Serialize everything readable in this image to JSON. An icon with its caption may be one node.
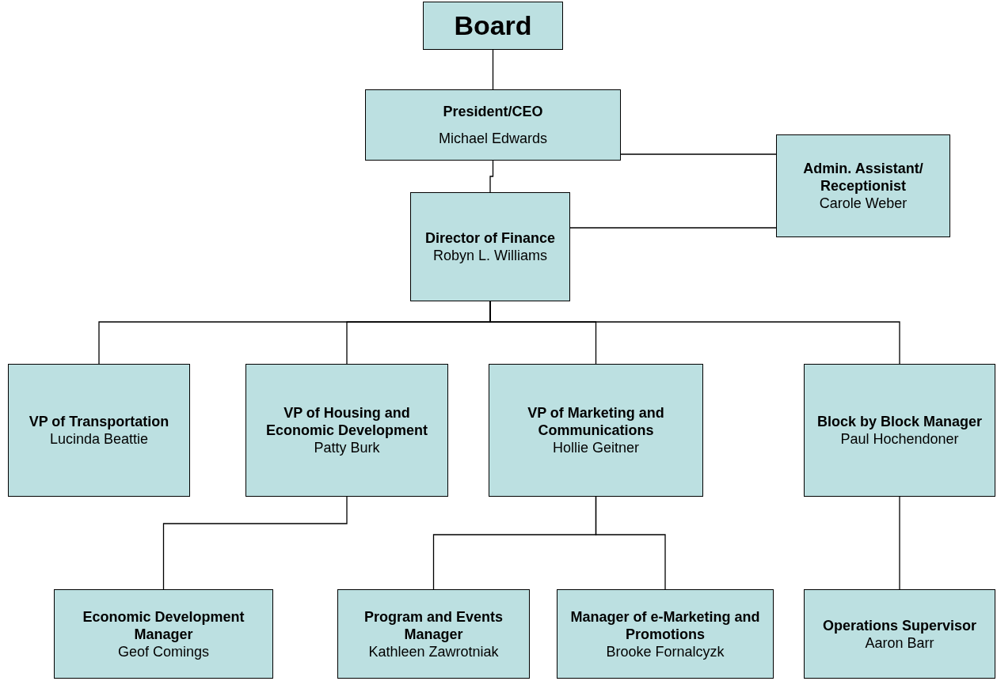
{
  "diagram": {
    "nodes": [
      {
        "text": [
          "Board"
        ]
      },
      {
        "text": [
          "President/CEO",
          "Michael Edwards"
        ]
      },
      {
        "text": [
          "Admin. Assistant/ Receptionist",
          "Carole Weber"
        ]
      },
      {
        "text": [
          "Director of Finance",
          "Robyn L. Williams"
        ]
      },
      {
        "text": [
          "VP of Transportation",
          "Lucinda Beattie"
        ]
      },
      {
        "text": [
          "VP of Housing and Economic Development",
          "Patty Burk"
        ]
      },
      {
        "text": [
          "VP of Marketing and Communications",
          "Hollie Geitner"
        ]
      },
      {
        "text": [
          "Block by Block Manager",
          "Paul Hochendoner"
        ]
      },
      {
        "text": [
          "Economic Development Manager",
          "Geof Comings"
        ]
      },
      {
        "text": [
          "Program and Events Manager",
          "Kathleen Zawrotniak"
        ]
      },
      {
        "text": [
          "Manager of e-Marketing and Promotions",
          "Brooke Fornalcyzk"
        ]
      },
      {
        "text": [
          "Operations Supervisor",
          "Aaron Barr"
        ]
      }
    ],
    "edges": [
      {
        "from": 0,
        "to": 1,
        "arrow": "none"
      },
      {
        "from": 1,
        "to": 2,
        "arrow": "none"
      },
      {
        "from": 1,
        "to": 3,
        "arrow": "none"
      },
      {
        "from": 3,
        "to": 2,
        "arrow": "none"
      },
      {
        "from": 3,
        "to": 4,
        "arrow": "none"
      },
      {
        "from": 3,
        "to": 5,
        "arrow": "none"
      },
      {
        "from": 3,
        "to": 6,
        "arrow": "none"
      },
      {
        "from": 3,
        "to": 7,
        "arrow": "none"
      },
      {
        "from": 5,
        "to": 8,
        "arrow": "none"
      },
      {
        "from": 6,
        "to": 9,
        "arrow": "none"
      },
      {
        "from": 6,
        "to": 10,
        "arrow": "none"
      },
      {
        "from": 7,
        "to": 11,
        "arrow": "none"
      }
    ]
  }
}
